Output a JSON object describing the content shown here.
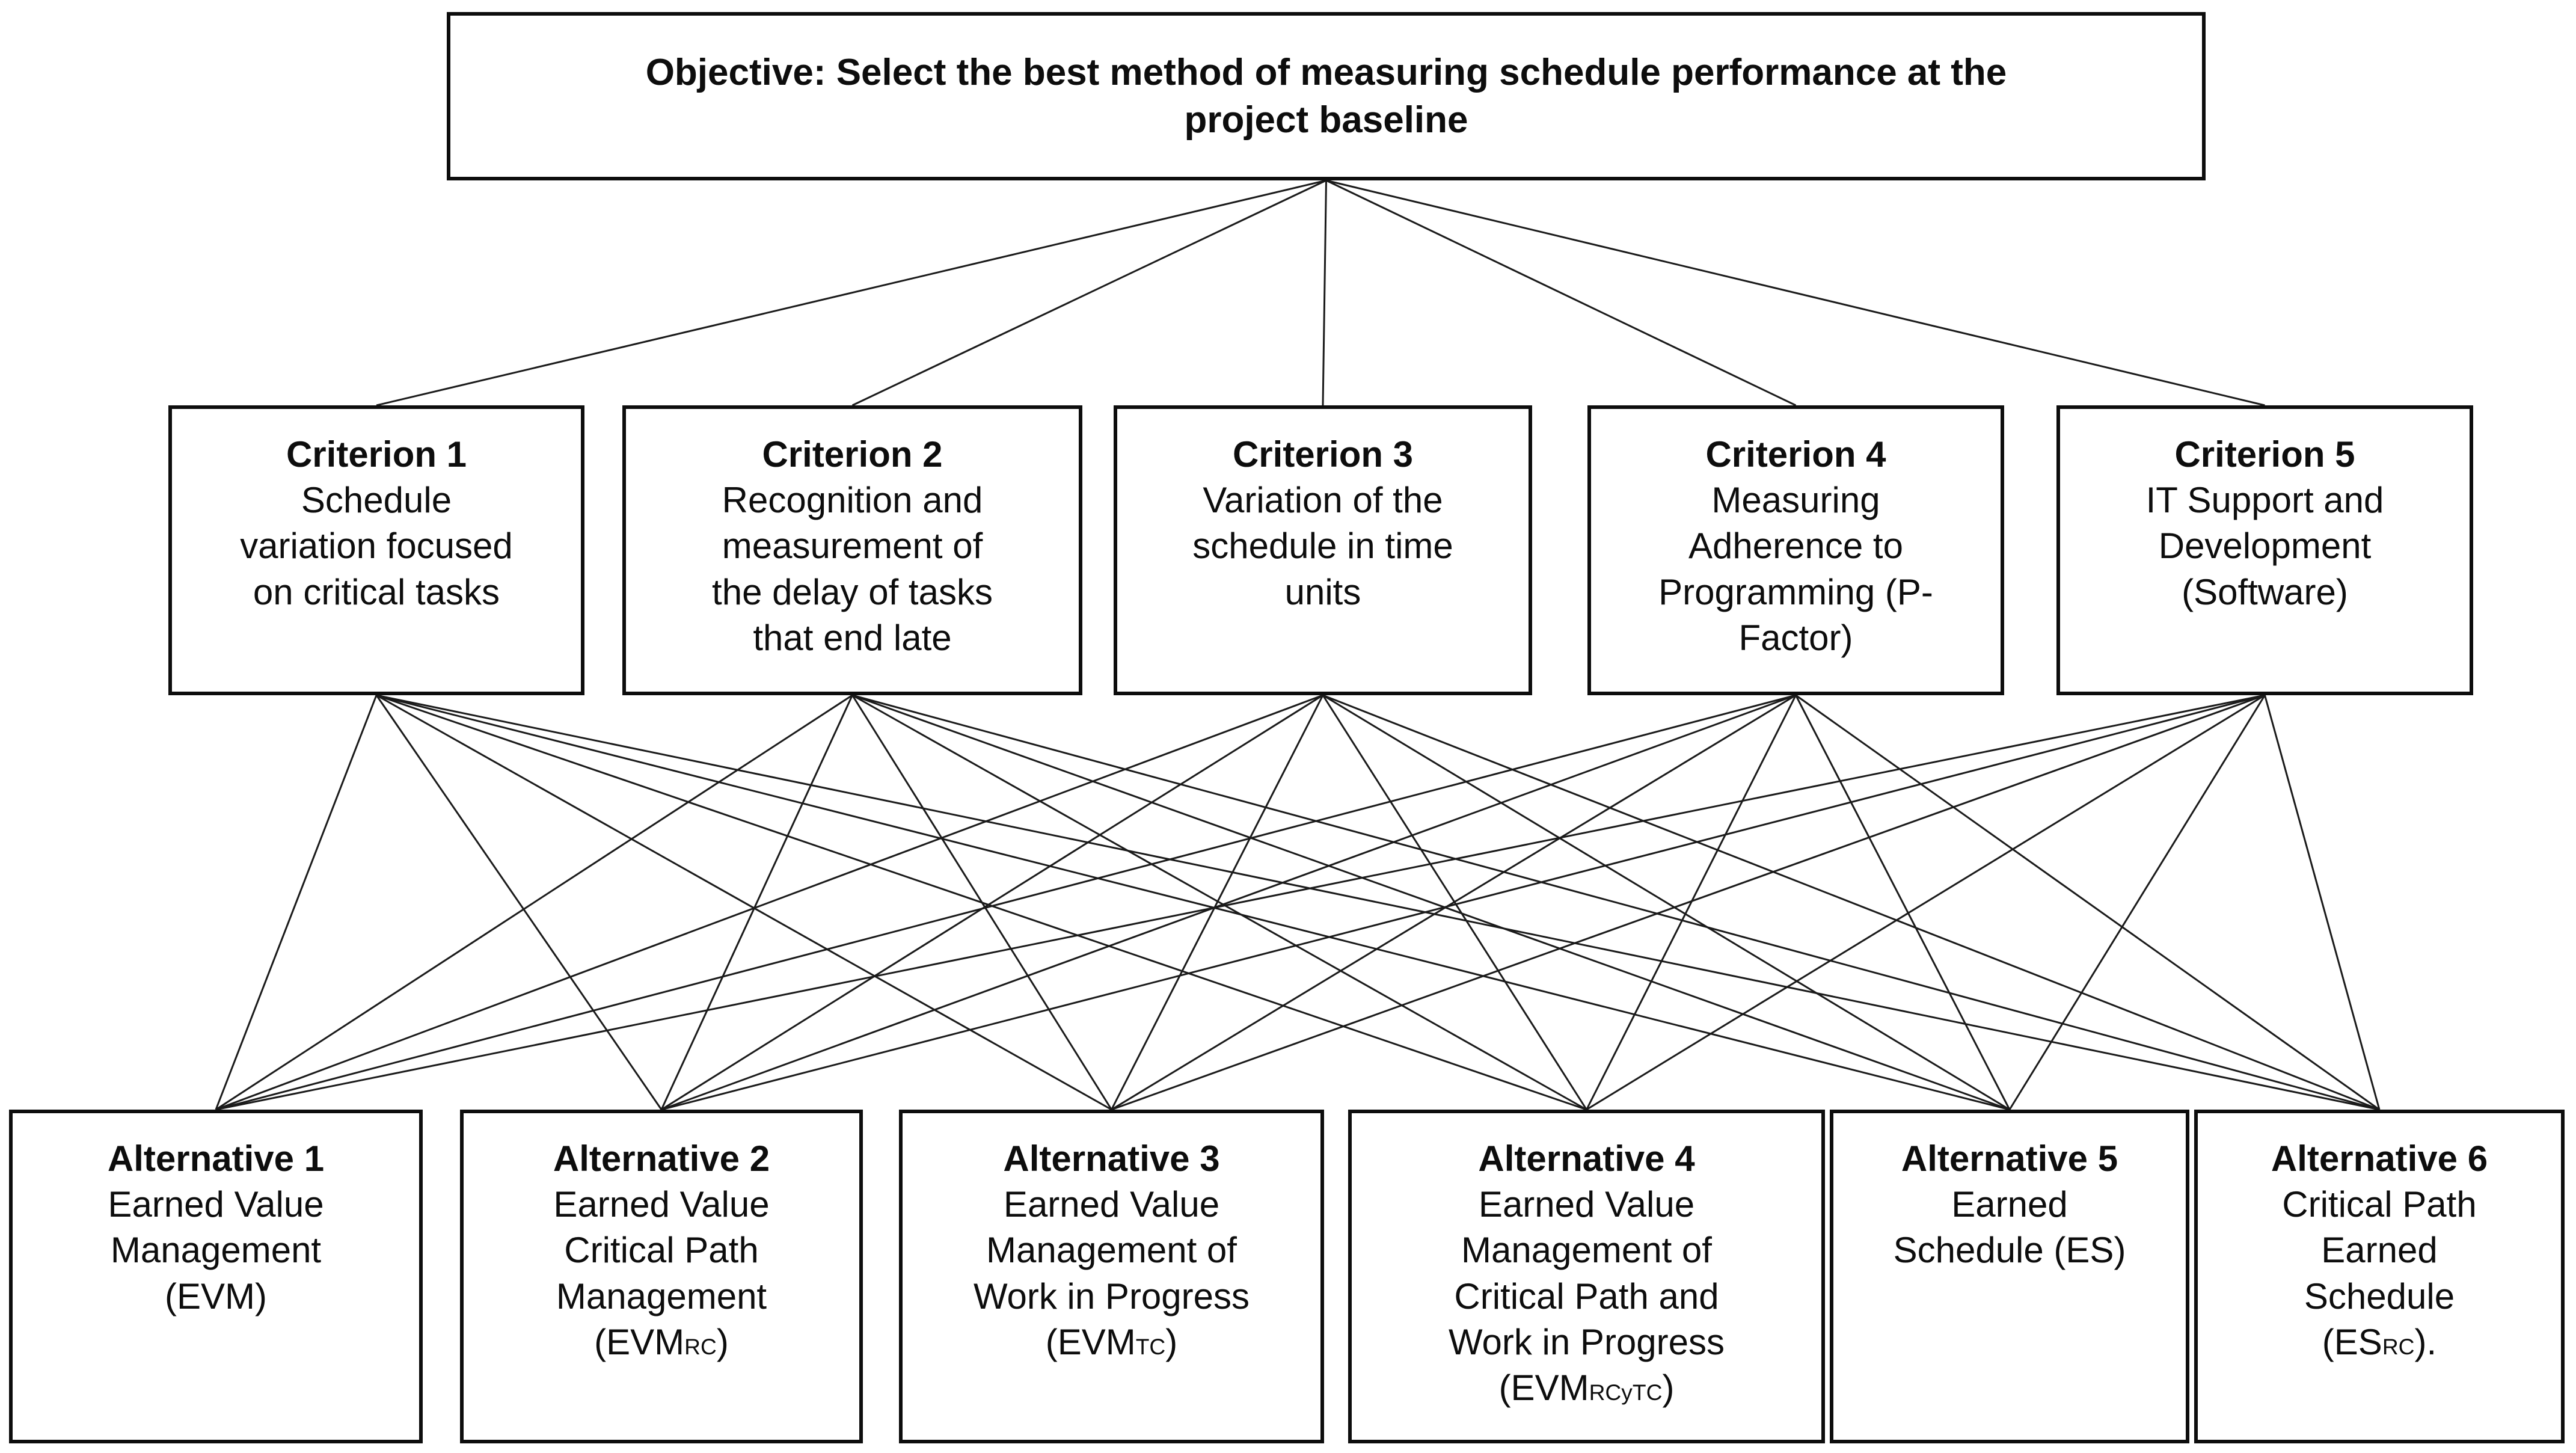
{
  "objective": {
    "label": "Objective: Select the best method of measuring schedule performance at the\nproject baseline"
  },
  "criteria": [
    {
      "title": "Criterion 1",
      "body": "Schedule\nvariation focused\non critical tasks"
    },
    {
      "title": "Criterion 2",
      "body": "Recognition and\nmeasurement of\nthe delay of tasks\nthat end late"
    },
    {
      "title": "Criterion 3",
      "body": "Variation of the\nschedule in time\nunits"
    },
    {
      "title": "Criterion 4",
      "body": "Measuring\nAdherence to\nProgramming (P-\nFactor)"
    },
    {
      "title": "Criterion 5",
      "body": "IT Support and\nDevelopment\n(Software)"
    }
  ],
  "alternatives": [
    {
      "title": "Alternative 1",
      "body": "Earned Value\nManagement",
      "formula_pre": "(EVM",
      "formula_sub": "",
      "formula_post": ")"
    },
    {
      "title": "Alternative 2",
      "body": "Earned Value\nCritical Path\nManagement",
      "formula_pre": "(EVM",
      "formula_sub": "RC",
      "formula_post": ")"
    },
    {
      "title": "Alternative 3",
      "body": "Earned Value\nManagement of\nWork in Progress",
      "formula_pre": "(EVM",
      "formula_sub": "TC",
      "formula_post": ")"
    },
    {
      "title": "Alternative 4",
      "body": "Earned Value\nManagement of\nCritical Path and\nWork in Progress",
      "formula_pre": "(EVM",
      "formula_sub": "RCyTC",
      "formula_post": ")"
    },
    {
      "title": "Alternative 5",
      "body": "Earned\nSchedule (ES)",
      "formula_pre": "",
      "formula_sub": "",
      "formula_post": ""
    },
    {
      "title": "Alternative 6",
      "body": "Critical Path\nEarned\nSchedule",
      "formula_pre": "(ES",
      "formula_sub": "RC",
      "formula_post": ")."
    }
  ],
  "connections": {
    "objective_to_criteria": "all",
    "criteria_to_alternatives": "all",
    "line_color": "#1a1a1a",
    "line_width": 3
  }
}
